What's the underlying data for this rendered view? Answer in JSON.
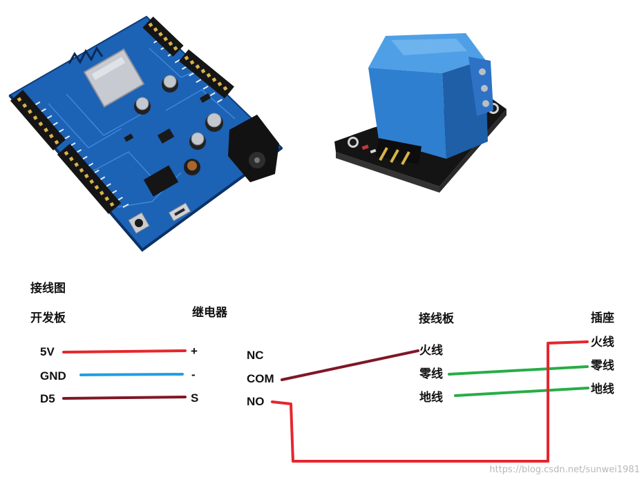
{
  "diagram": {
    "title": "接线图",
    "headings": {
      "board": "开发板",
      "relay": "继电器",
      "terminal_board": "接线板",
      "socket": "插座"
    },
    "board_pins": {
      "vcc": "5V",
      "gnd": "GND",
      "signal": "D5"
    },
    "relay_input_pins": {
      "vcc": "+",
      "gnd": "-",
      "signal": "S"
    },
    "relay_output_pins": {
      "nc": "NC",
      "com": "COM",
      "no": "NO"
    },
    "terminal_board_lines": {
      "live": "火线",
      "neutral": "零线",
      "earth": "地线"
    },
    "socket_lines": {
      "live": "火线",
      "neutral": "零线",
      "earth": "地线"
    }
  },
  "wire_colors": {
    "vcc": "#e6262d",
    "gnd": "#1f9fe0",
    "signal": "#7f1726",
    "com_to_live": "#7f1726",
    "neutral": "#27ad47",
    "earth": "#27ad47",
    "no_to_socket_live": "#e6262d"
  },
  "watermark": "https://blog.csdn.net/sunwei1981"
}
